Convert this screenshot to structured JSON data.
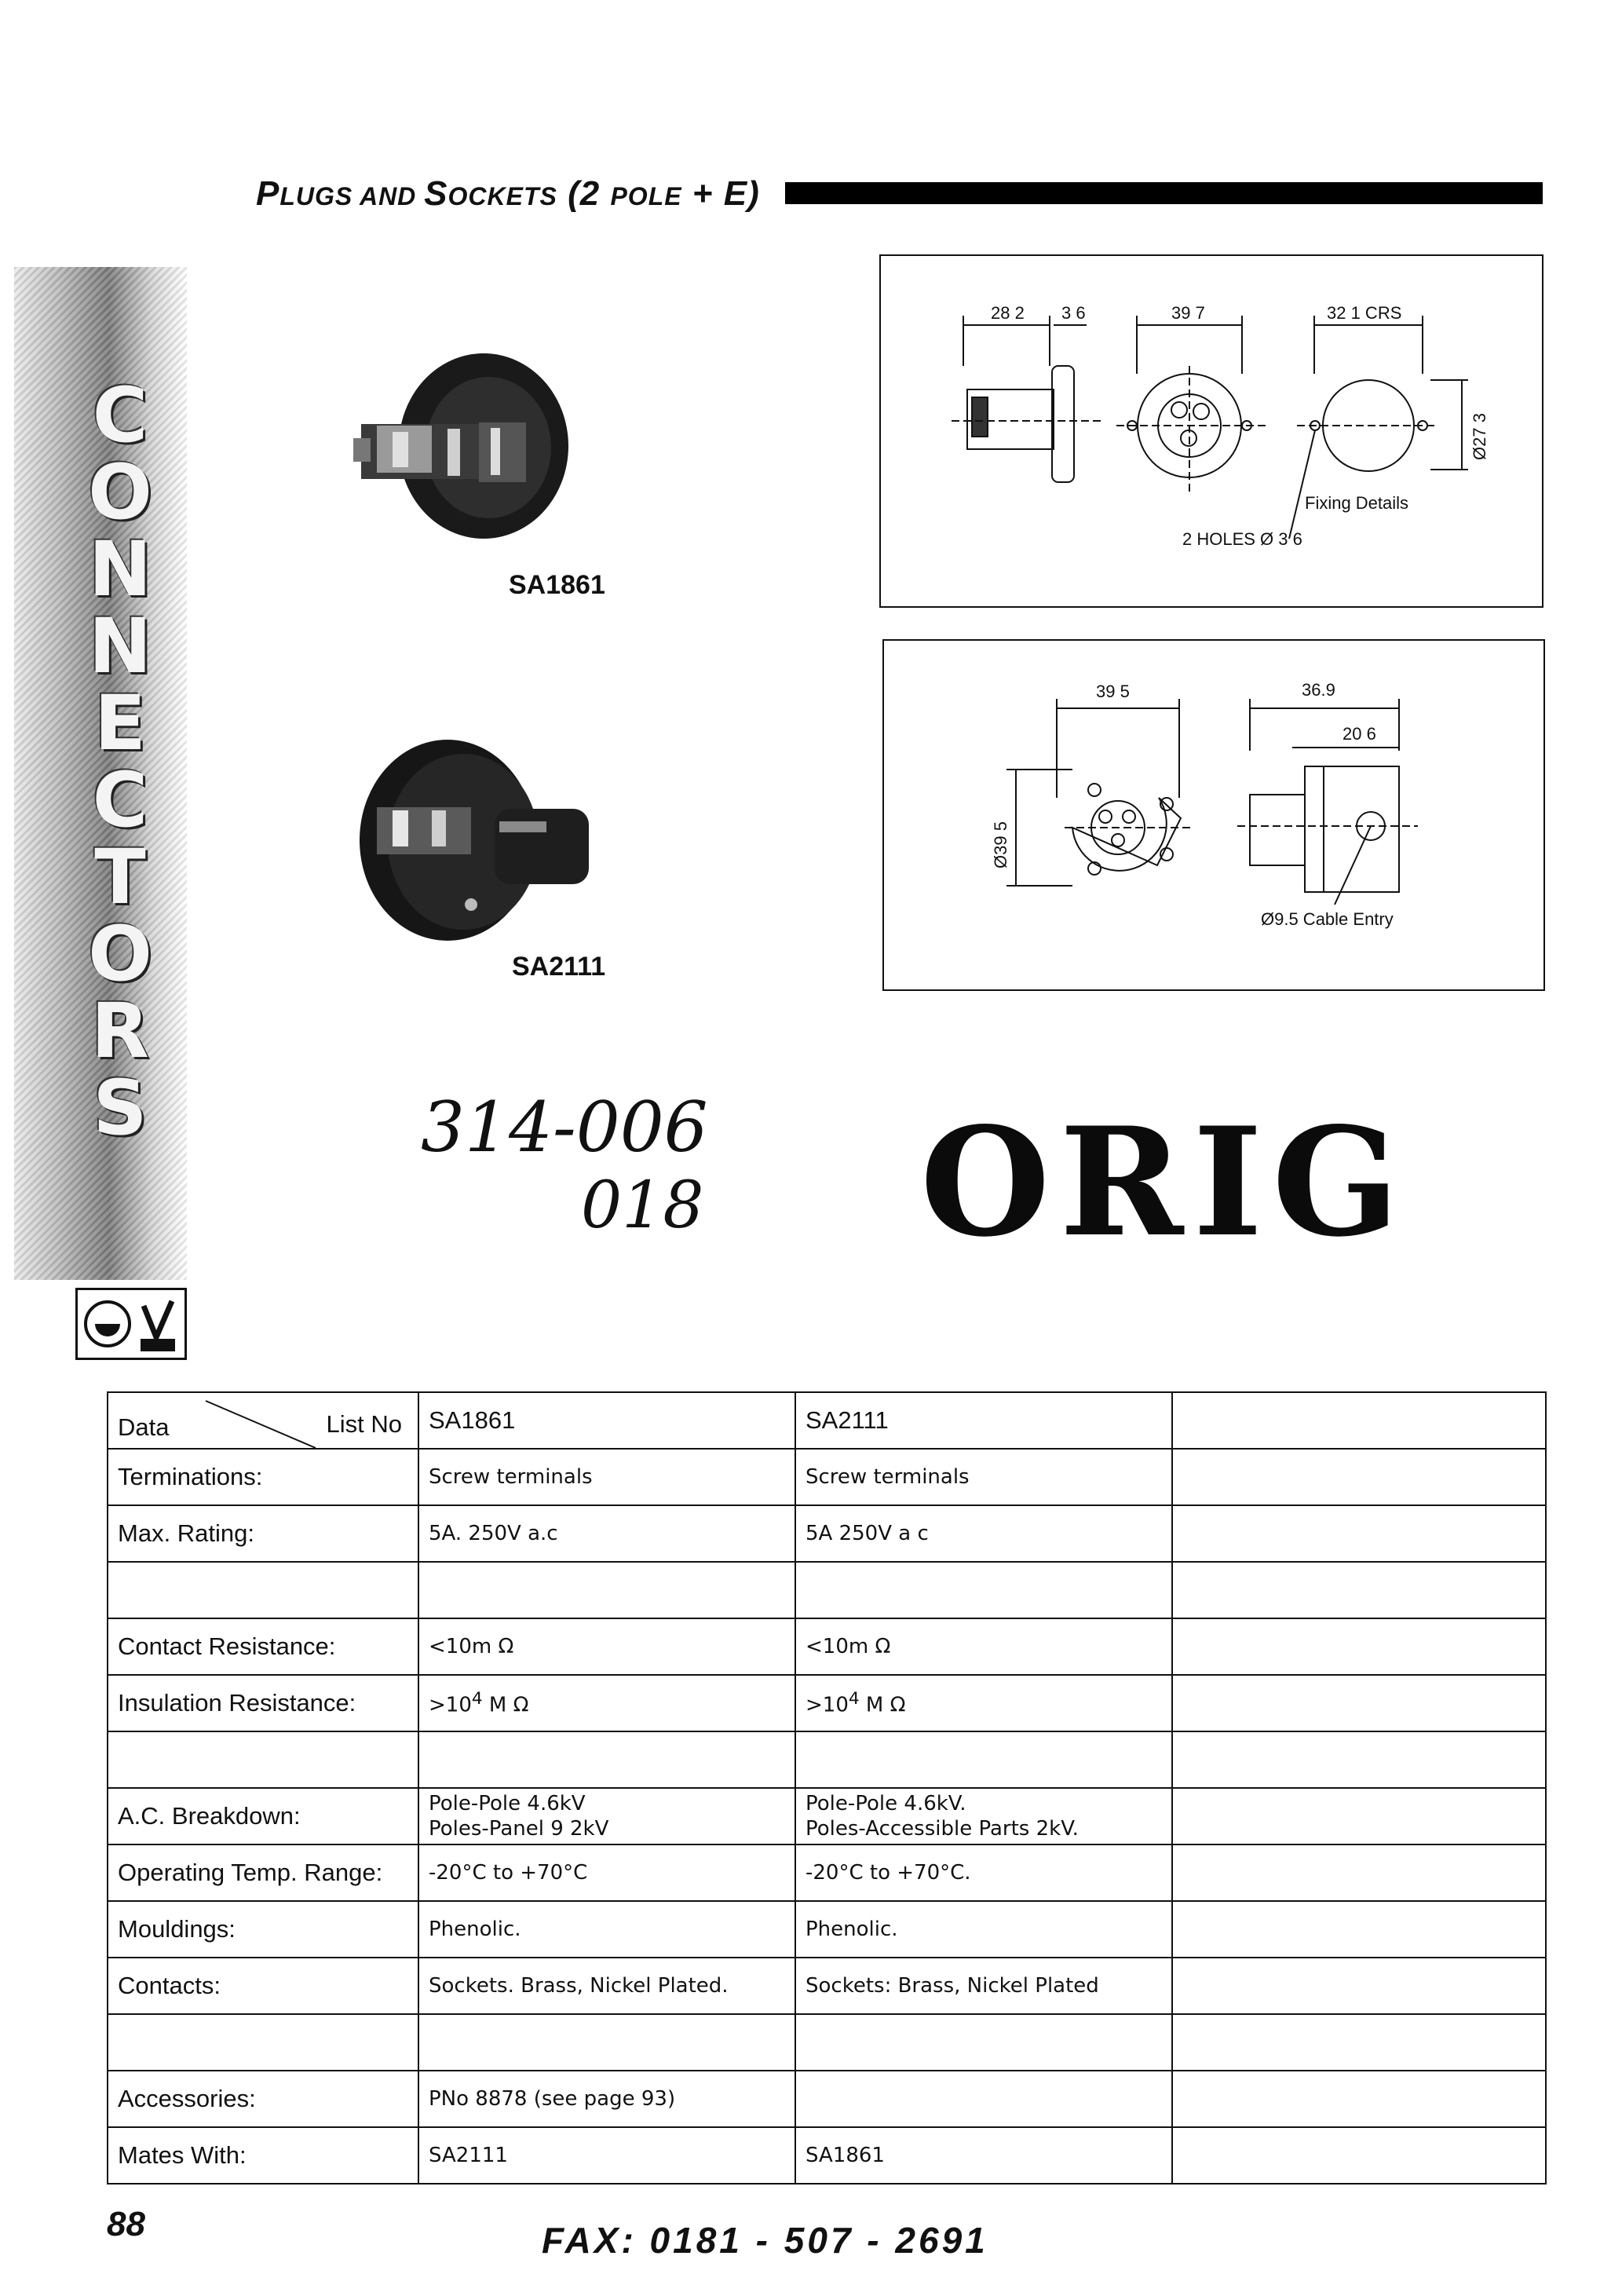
{
  "header": {
    "title_p": "P",
    "title_lugs": "LUGS AND ",
    "title_s": "S",
    "title_ockets": "OCKETS",
    "title_open": " (2 ",
    "title_pole": "POLE",
    "title_close": " + E)"
  },
  "side_banner": {
    "word": "CONNECTORS"
  },
  "products": [
    {
      "label": "SA1861"
    },
    {
      "label": "SA2111"
    }
  ],
  "drawing1": {
    "dims": [
      "28 2",
      "3 6",
      "39 7",
      "32 1 CRS",
      "Ø27 3"
    ],
    "fixing": "Fixing Details",
    "holes": "2 HOLES Ø 3 6"
  },
  "drawing2": {
    "dims": [
      "39 5",
      "36.9",
      "20 6",
      "Ø39 5"
    ],
    "entry": "Ø9.5 Cable Entry"
  },
  "handwriting": {
    "line1": "314-006",
    "line2": "018",
    "orig": "ORIG"
  },
  "table": {
    "header": {
      "data": "Data",
      "list_no": "List No",
      "col1": "SA1861",
      "col2": "SA2111"
    },
    "rows": [
      {
        "label": "Terminations:",
        "v1": "Screw terminals",
        "v2": "Screw terminals"
      },
      {
        "label": "Max. Rating:",
        "v1": "5A. 250V a.c",
        "v2": "5A 250V a c"
      },
      {
        "label": "",
        "v1": "",
        "v2": ""
      },
      {
        "label": "Contact Resistance:",
        "v1": "<10m Ω",
        "v2": "<10m Ω"
      },
      {
        "label": "Insulation Resistance:",
        "v1_base": ">10",
        "v1_sup": "4",
        "v1_unit": " M Ω",
        "v2_base": ">10",
        "v2_sup": "4",
        "v2_unit": " M Ω"
      },
      {
        "label": "",
        "v1": "",
        "v2": ""
      },
      {
        "label": "A.C. Breakdown:",
        "v1_a": "Pole-Pole 4.6kV",
        "v1_b": "Poles-Panel 9 2kV",
        "v2_a": "Pole-Pole 4.6kV.",
        "v2_b": "Poles-Accessible Parts 2kV."
      },
      {
        "label": "Operating Temp. Range:",
        "v1": "-20°C to +70°C",
        "v2": "-20°C to +70°C."
      },
      {
        "label": "Mouldings:",
        "v1": "Phenolic.",
        "v2": "Phenolic."
      },
      {
        "label": "Contacts:",
        "v1": "Sockets. Brass, Nickel Plated.",
        "v2": "Sockets: Brass, Nickel Plated"
      },
      {
        "label": "",
        "v1": "",
        "v2": ""
      },
      {
        "label": "Accessories:",
        "v1": "PNo 8878 (see page 93)",
        "v2": ""
      },
      {
        "label": "Mates With:",
        "v1": "SA2111",
        "v2": "SA1861"
      }
    ]
  },
  "footer": {
    "page": "88",
    "fax": "FAX: 0181 - 507 - 2691"
  }
}
